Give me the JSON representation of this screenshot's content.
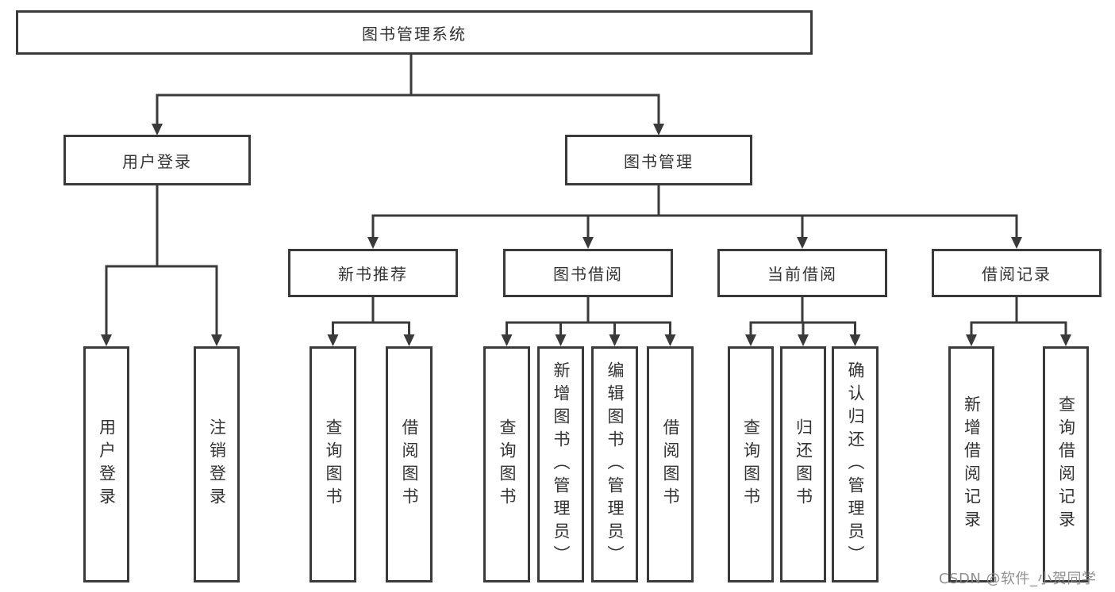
{
  "tree": {
    "root": "图书管理系统",
    "user_login": {
      "label": "用户登录",
      "leaf_user_login": "用户登录",
      "leaf_logout": "注销登录"
    },
    "book_management": {
      "label": "图书管理",
      "new_book_recommend": {
        "label": "新书推荐",
        "leaf_query_book": "查询图书",
        "leaf_borrow_book": "借阅图书"
      },
      "book_borrowing": {
        "label": "图书借阅",
        "leaf_query_book": "查询图书",
        "leaf_add_book": "新增图书（管理员）",
        "leaf_edit_book": "编辑图书（管理员）",
        "leaf_borrow_book": "借阅图书"
      },
      "current_borrowing": {
        "label": "当前借阅",
        "leaf_query_book": "查询图书",
        "leaf_return_book": "归还图书",
        "leaf_confirm_return": "确认归还（管理员）"
      },
      "borrowing_records": {
        "label": "借阅记录",
        "leaf_add_record": "新增借阅记录",
        "leaf_query_record": "查询借阅记录"
      }
    }
  },
  "watermark": "CSDN @软件_小贺同学",
  "colors": {
    "line": "#3a3a3a",
    "text": "#333333",
    "watermark": "#878787",
    "background": "#ffffff"
  }
}
